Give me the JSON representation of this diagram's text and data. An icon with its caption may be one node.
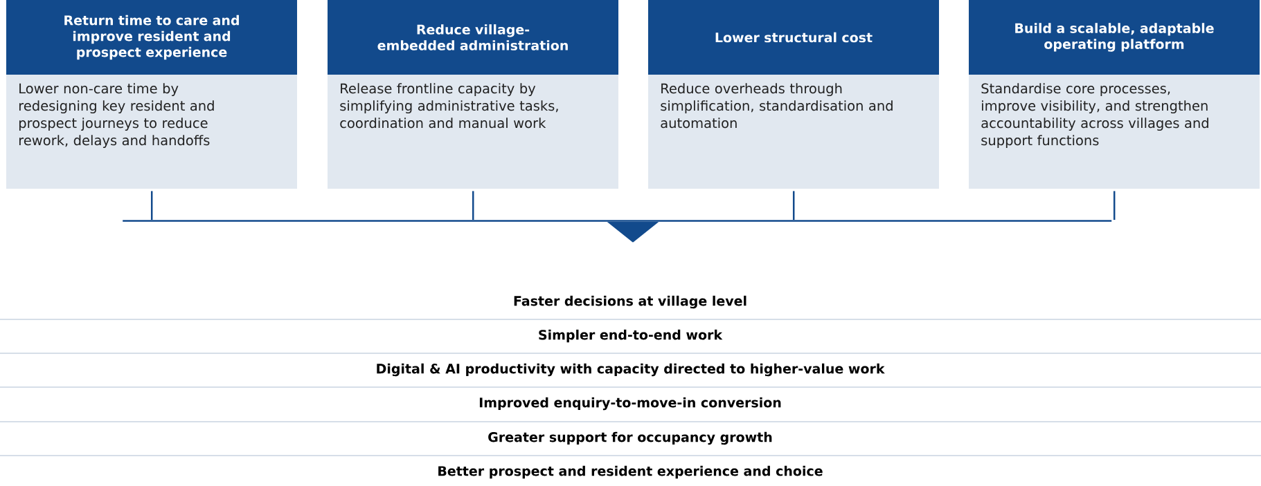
{
  "diagram": {
    "nodes": [
      {
        "text": [
          "Return time to care and improve resident and prospect experience",
          "Lower non-care time by redesigning key resident and prospect journeys to reduce rework, delays and handoffs"
        ]
      },
      {
        "text": [
          "Reduce village-embedded administration",
          "Release frontline capacity by simplifying administrative tasks, coordination and manual work"
        ]
      },
      {
        "text": [
          "Lower structural cost",
          "Reduce overheads through simplification, standardisation and automation"
        ]
      },
      {
        "text": [
          "Build a scalable, adaptable operating platform",
          "Standardise core processes, improve visibility, and strengthen accountability across villages and support functions"
        ]
      },
      {
        "text": [],
        "shape": "bar"
      },
      {
        "text": [],
        "shape": "triangle"
      }
    ],
    "edges": [
      {
        "from": 0,
        "to": 4,
        "arrow": "none"
      },
      {
        "from": 1,
        "to": 4,
        "arrow": "none"
      },
      {
        "from": 2,
        "to": 4,
        "arrow": "none"
      },
      {
        "from": 3,
        "to": 4,
        "arrow": "none"
      }
    ],
    "labels": [
      "Faster decisions at village level",
      "Simpler end-to-end work",
      "Digital & AI productivity with capacity directed to higher-value work",
      "Improved enquiry-to-move-in conversion",
      "Greater support for occupancy growth",
      "Better prospect and resident experience and choice"
    ]
  }
}
